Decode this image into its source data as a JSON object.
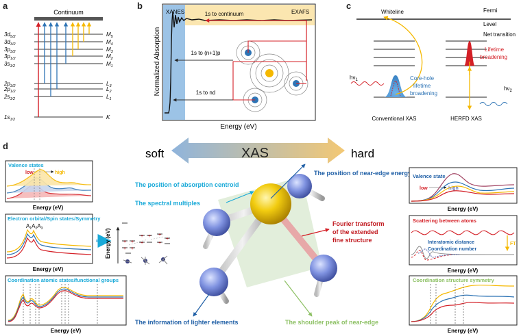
{
  "panel_a": {
    "label": "a",
    "continuum": "Continuum",
    "levels_left": [
      {
        "name": "3d",
        "sub": "5/2"
      },
      {
        "name": "3d",
        "sub": "3/2"
      },
      {
        "name": "3p",
        "sub": "3/2"
      },
      {
        "name": "3p",
        "sub": "1/2"
      },
      {
        "name": "3s",
        "sub": "1/2"
      },
      {
        "name": "2p",
        "sub": "3/2"
      },
      {
        "name": "2p",
        "sub": "1/2"
      },
      {
        "name": "2s",
        "sub": "1/2"
      },
      {
        "name": "1s",
        "sub": "1/2"
      }
    ],
    "levels_right": [
      {
        "name": "M",
        "sub": "5"
      },
      {
        "name": "M",
        "sub": "4"
      },
      {
        "name": "M",
        "sub": "3"
      },
      {
        "name": "M",
        "sub": "2"
      },
      {
        "name": "M",
        "sub": "1"
      },
      {
        "name": "L",
        "sub": "3"
      },
      {
        "name": "L",
        "sub": "2"
      },
      {
        "name": "L",
        "sub": "1"
      },
      {
        "name": "K",
        "sub": ""
      }
    ]
  },
  "panel_b": {
    "label": "b",
    "xanes": "XANES",
    "exafs": "EXAFS",
    "ylabel": "Normalized Absorption",
    "xlabel": "Energy (eV)",
    "arrow_continuum": "1s to continuum",
    "arrow_np": "1s to (n+1)p",
    "arrow_nd": "1s to nd"
  },
  "panel_c": {
    "label": "c",
    "whiteline": "Whiteline",
    "fermi": "Fermi",
    "level": "Level",
    "net_transition": "Net transition",
    "lifetime_broadening": "Lifetime broadening",
    "hv1": "hν",
    "hv1_sub": "1",
    "hv2": "hν",
    "hv2_sub": "2",
    "corehole": "Core-hole lifetime broadening",
    "conventional": "Conventional XAS",
    "herfd": "HERFD XAS"
  },
  "panel_d": {
    "label": "d",
    "soft": "soft",
    "xas": "XAS",
    "hard": "hard",
    "valence_states": "Valence states",
    "low": "low",
    "high": "high",
    "electron_orbital": "Electron orbital/Spin states/Symmetry",
    "a1": "A",
    "a1_sub": "1",
    "a2": "A",
    "a2_sub": "2",
    "a3": "A",
    "a3_sub": "3",
    "energy_ev_axis": "Energy (eV)",
    "coordination_atomic": "Coordination atomic states/functional groups",
    "position_centroid": "The position of absorption centroid",
    "spectral_multiples": "The spectral multiples",
    "position_near_edge": "The position of near-edge energy",
    "fourier_line1": "Fourier transform",
    "fourier_line2": "of the extended",
    "fourier_line3": "fine structure",
    "lighter_elements": "The information of lighter elements",
    "shoulder_peak": "The shoulder peak of near-edge",
    "valence_state_r": "Valence state",
    "low_r": "low",
    "high_r": "high",
    "scattering": "Scattering between atoms",
    "interatomic": "Interatomic distance",
    "coord_number": "Coordination number",
    "ft": "FT",
    "coord_symmetry": "Coordination structure symmetry",
    "energy_ev": "Energy (eV)"
  },
  "colors": {
    "red": "#d42027",
    "blue": "#2e74b5",
    "yellow": "#f5b800",
    "cyan": "#18a9d8",
    "green": "#8cc063",
    "navy": "#1f5fa6"
  }
}
